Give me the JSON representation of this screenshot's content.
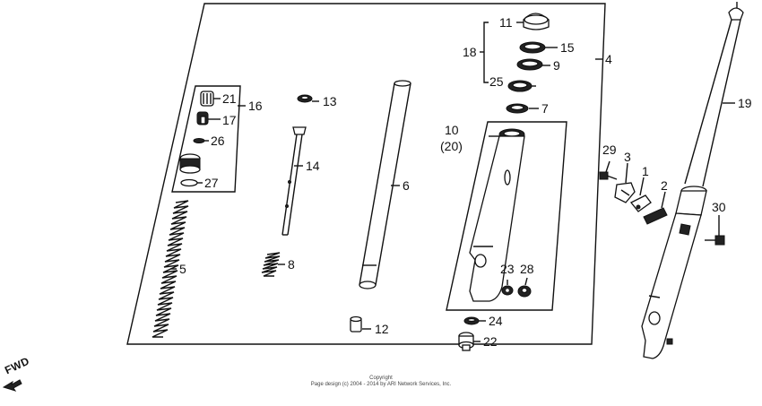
{
  "labels": {
    "p1": "1",
    "p2": "2",
    "p3": "3",
    "p4": "4",
    "p5": "5",
    "p6": "6",
    "p7": "7",
    "p8": "8",
    "p9": "9",
    "p10": "10",
    "p10alt": "(20)",
    "p11": "11",
    "p12": "12",
    "p13": "13",
    "p14": "14",
    "p15": "15",
    "p16": "16",
    "p17": "17",
    "p18": "18",
    "p19": "19",
    "p21": "21",
    "p22": "22",
    "p23": "23",
    "p24": "24",
    "p25": "25",
    "p26": "26",
    "p27": "27",
    "p28": "28",
    "p29": "29",
    "p30": "30"
  },
  "fwd_label": "FWD",
  "copyright_title": "Copyright",
  "copyright_line": "Page design (c) 2004 - 2014 by ARI Network Services, Inc."
}
